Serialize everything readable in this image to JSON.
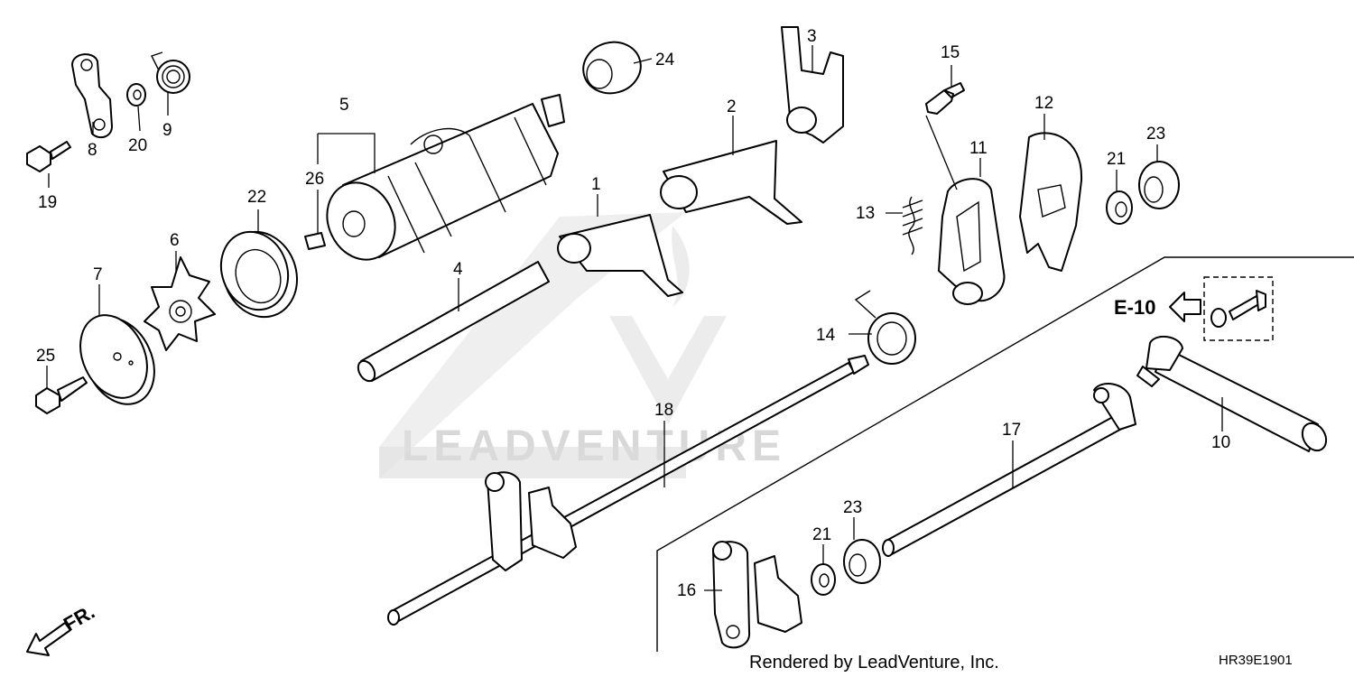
{
  "diagram": {
    "callouts": {
      "p1": "1",
      "p2": "2",
      "p3": "3",
      "p4": "4",
      "p5": "5",
      "p6": "6",
      "p7": "7",
      "p8": "8",
      "p9": "9",
      "p10": "10",
      "p11": "11",
      "p12": "12",
      "p13": "13",
      "p14": "14",
      "p15": "15",
      "p16": "16",
      "p17": "17",
      "p18": "18",
      "p19": "19",
      "p20": "20",
      "p21a": "21",
      "p21b": "21",
      "p22": "22",
      "p23a": "23",
      "p23b": "23",
      "p24": "24",
      "p25": "25",
      "p26": "26"
    },
    "reference": "E-10",
    "direction": "FR.",
    "watermark": "LEADVENTURE",
    "footer": "Rendered by LeadVenture, Inc.",
    "diagram_code": "HR39E1901"
  }
}
